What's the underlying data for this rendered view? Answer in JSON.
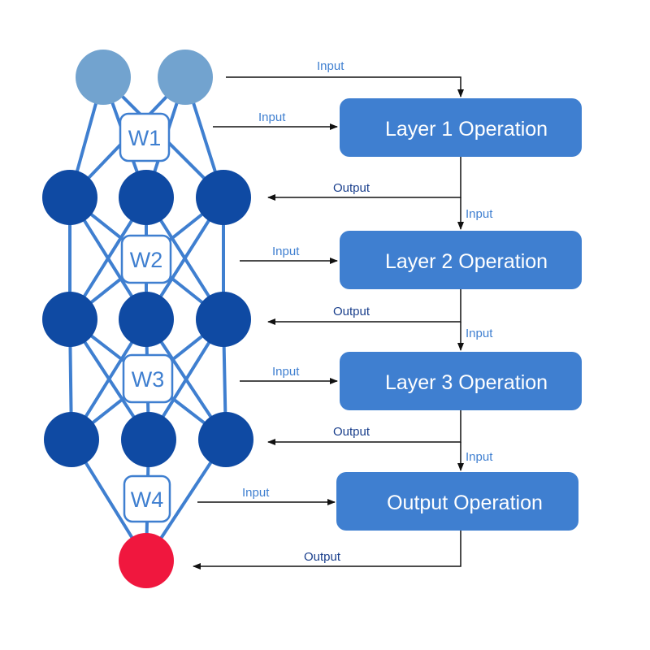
{
  "colors": {
    "input_node": "#72a3cf",
    "hidden_node": "#0f4aa3",
    "output_node": "#f0173e",
    "connection": "#3f7fd0",
    "operation_box": "#3f7fd0",
    "input_label": "#3f7fd0",
    "output_label": "#1a3f8c",
    "arrow": "#111111"
  },
  "network": {
    "weights": [
      "W1",
      "W2",
      "W3",
      "W4"
    ]
  },
  "operations": [
    {
      "label": "Layer 1 Operation"
    },
    {
      "label": "Layer 2 Operation"
    },
    {
      "label": "Layer 3 Operation"
    },
    {
      "label": "Output Operation"
    }
  ],
  "arrow_labels": {
    "input": "Input",
    "output": "Output"
  }
}
